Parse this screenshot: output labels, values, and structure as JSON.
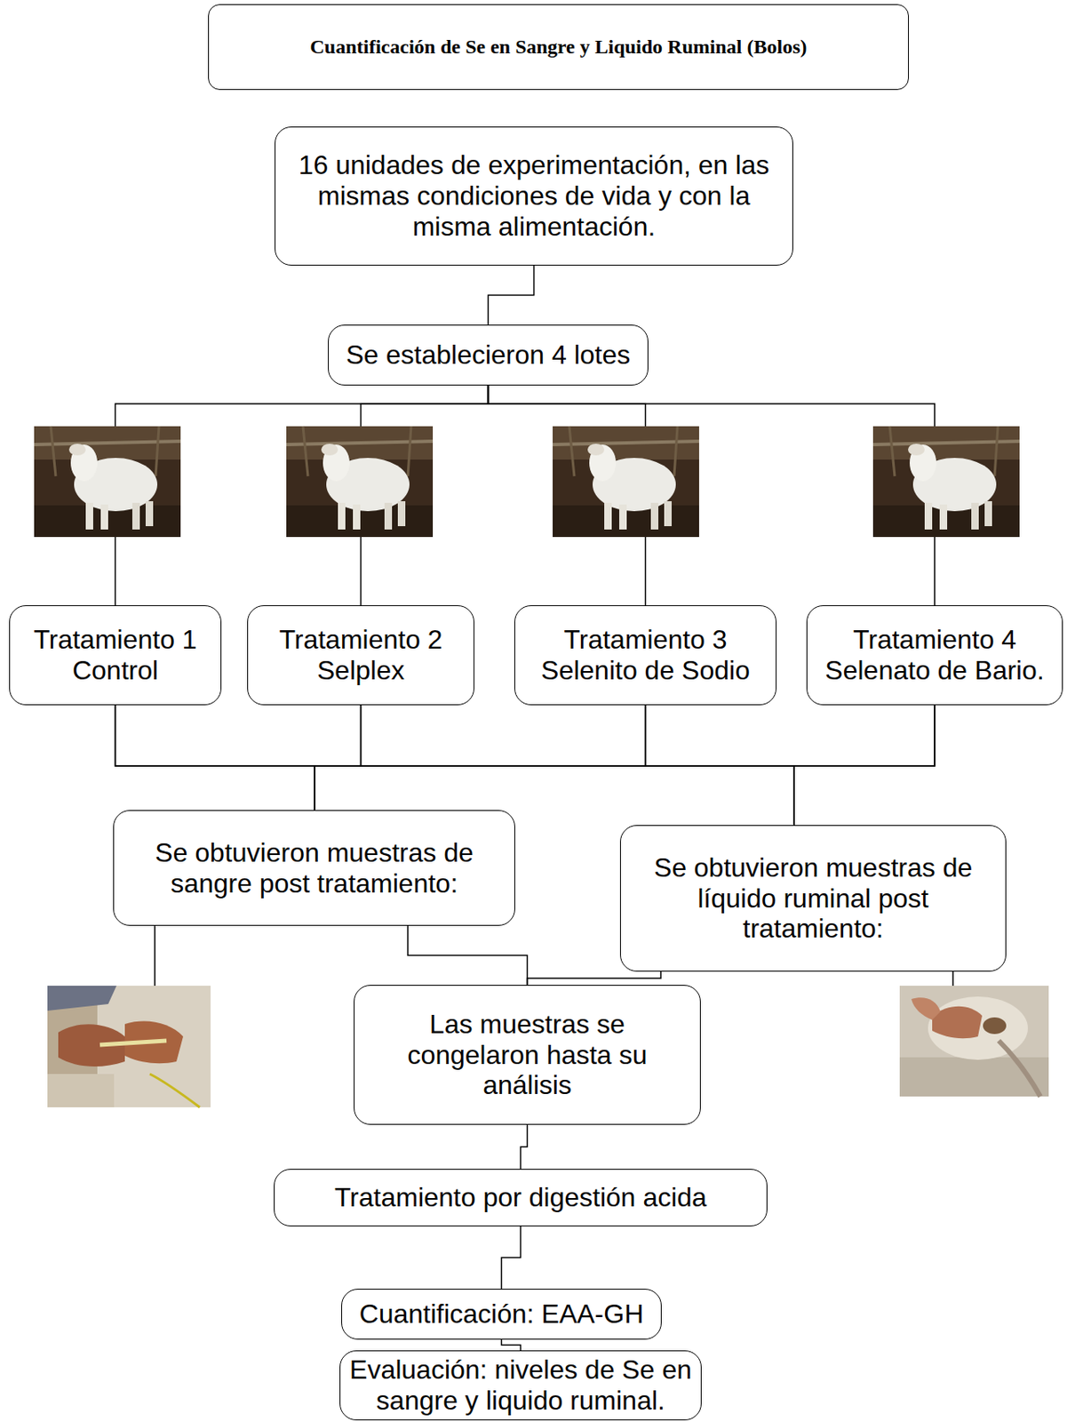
{
  "diagram": {
    "nodes": [
      {
        "text": [
          "Cuantificación de Se en Sangre y Liquido Ruminal (Bolos)"
        ]
      },
      {
        "text": [
          "16 unidades de experimentación, en las mismas condiciones de vida y con la misma alimentación."
        ]
      },
      {
        "text": [
          "Se establecieron 4 lotes"
        ]
      },
      {
        "text": [
          "Tratamiento 1",
          "Control"
        ]
      },
      {
        "text": [
          "Tratamiento 2",
          "Selplex"
        ]
      },
      {
        "text": [
          "Tratamiento 3",
          "Selenito de Sodio"
        ]
      },
      {
        "text": [
          "Tratamiento 4",
          "Selenato de Bario."
        ]
      },
      {
        "text": [
          "Se obtuvieron muestras de sangre post tratamiento:"
        ]
      },
      {
        "text": [
          "Se obtuvieron muestras de líquido ruminal post tratamiento:"
        ]
      },
      {
        "text": [
          "Las muestras se congelaron hasta su análisis"
        ]
      },
      {
        "text": [
          "Tratamiento por digestión acida"
        ]
      },
      {
        "text": [
          "Cuantificación: EAA-GH"
        ]
      },
      {
        "text": [
          "Evaluación: niveles de Se en sangre y liquido ruminal."
        ]
      }
    ],
    "edges": [
      {
        "from": 1,
        "to": 2,
        "arrow": "none"
      },
      {
        "from": 2,
        "to": 3,
        "arrow": "none"
      },
      {
        "from": 2,
        "to": 4,
        "arrow": "none"
      },
      {
        "from": 2,
        "to": 5,
        "arrow": "none"
      },
      {
        "from": 2,
        "to": 6,
        "arrow": "none"
      },
      {
        "from": 3,
        "to": 7,
        "arrow": "none"
      },
      {
        "from": 4,
        "to": 7,
        "arrow": "none"
      },
      {
        "from": 5,
        "to": 7,
        "arrow": "none"
      },
      {
        "from": 6,
        "to": 7,
        "arrow": "none"
      },
      {
        "from": 3,
        "to": 8,
        "arrow": "none"
      },
      {
        "from": 4,
        "to": 8,
        "arrow": "none"
      },
      {
        "from": 5,
        "to": 8,
        "arrow": "none"
      },
      {
        "from": 6,
        "to": 8,
        "arrow": "none"
      },
      {
        "from": 7,
        "to": 9,
        "arrow": "none"
      },
      {
        "from": 8,
        "to": 9,
        "arrow": "none"
      },
      {
        "from": 9,
        "to": 10,
        "arrow": "none"
      },
      {
        "from": 10,
        "to": 11,
        "arrow": "none"
      },
      {
        "from": 11,
        "to": 12,
        "arrow": "none"
      }
    ]
  }
}
